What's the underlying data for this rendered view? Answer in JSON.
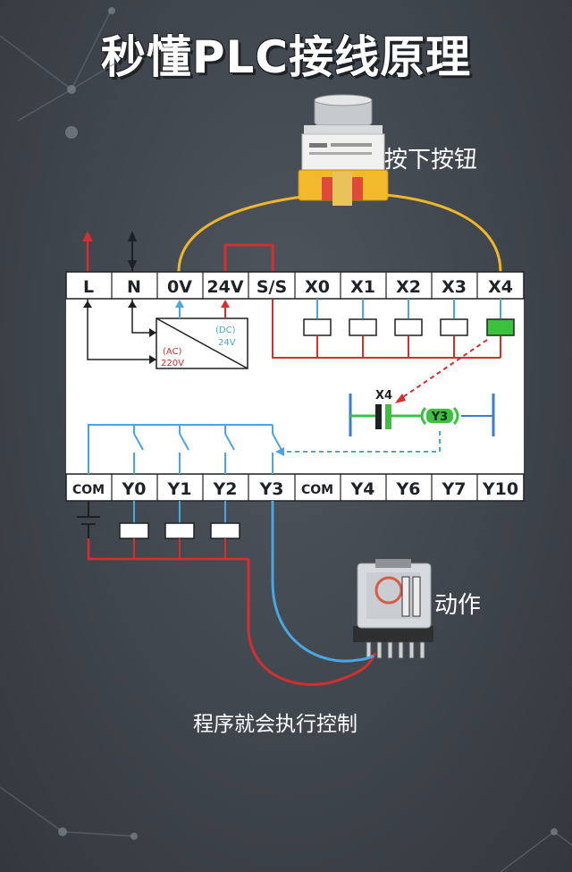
{
  "title": "秒懂PLC接线原理",
  "button_label": "按下按钮",
  "relay_label": "动作",
  "bottom_caption": "程序就会执行控制",
  "top_terminals": [
    "L",
    "N",
    "0V",
    "24V",
    "S/S",
    "X0",
    "X1",
    "X2",
    "X3",
    "X4"
  ],
  "bottom_terminals": [
    "COM",
    "Y0",
    "Y1",
    "Y2",
    "Y3",
    "COM",
    "Y4",
    "Y6",
    "Y7",
    "Y10"
  ],
  "power_supply": {
    "dc_label": "(DC)",
    "dc_value": "24V",
    "ac_label": "(AC)",
    "ac_value": "220V"
  },
  "ladder": {
    "contact_label": "X4",
    "coil_label": "Y3"
  },
  "colors": {
    "red": "#d62e2e",
    "blue": "#4aa6e0",
    "yellow": "#f0b629",
    "green": "#3cc23c",
    "panel": "#ffffff"
  }
}
